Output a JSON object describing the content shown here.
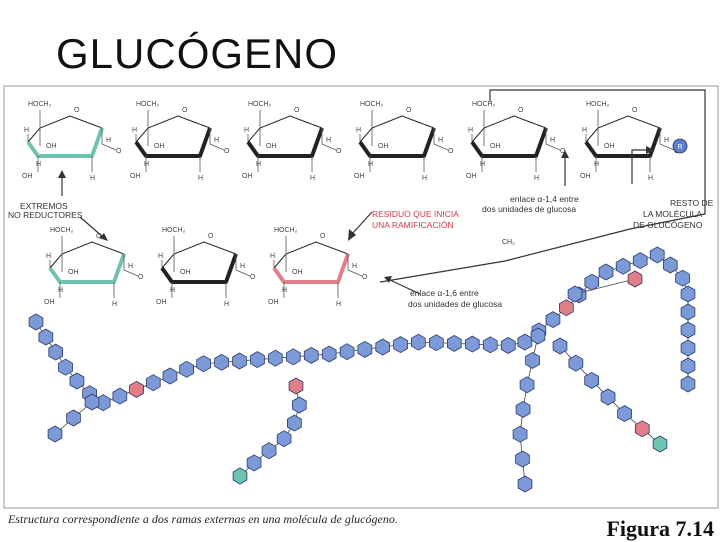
{
  "title": "GLUCÓGENO",
  "labels": {
    "non_reducing_ends": [
      "EXTREMOS",
      "NO REDUCTORES"
    ],
    "branch_residue": [
      "RESIDUO QUE INICIA",
      "UNA RAMIFICACIÓN"
    ],
    "bond_alpha14": [
      "enlace α-1,4 entre",
      "dos unidades de glucosa"
    ],
    "rest_molecule": [
      "RESTO DE",
      "LA MOLÉCULA",
      "DE GLUCÓGENO"
    ],
    "bond_alpha16": [
      "enlace α-1,6 entre",
      "dos unidades de glucosa"
    ],
    "r_group": "R"
  },
  "atoms": {
    "ring_o": "O",
    "h": "H",
    "oh": "OH",
    "ch2oh": "HOCH₂",
    "ch2": "CH₂",
    "bridge_o": "O"
  },
  "caption": "Estructura correspondiente a dos ramas externas en una molécula de glucógeno.",
  "figure_number": "Figura 7.14",
  "colors": {
    "blue": "#7d9ad8",
    "red": "#e07f88",
    "teal": "#6fc4b1",
    "dark_blue": "#3f5fae",
    "black": "#222222",
    "arrow": "#333333",
    "frame": "#555555"
  }
}
